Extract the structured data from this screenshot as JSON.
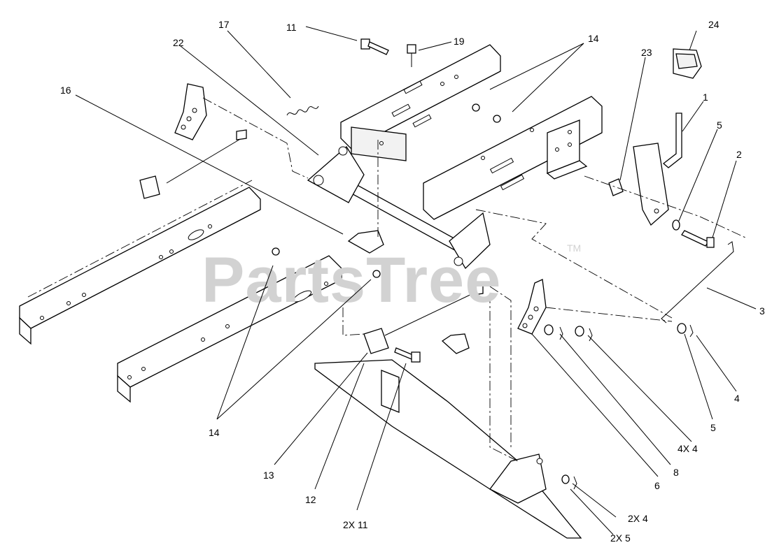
{
  "watermark": {
    "text": "PartsTree",
    "trademark": "TM"
  },
  "callouts": {
    "c17": "17",
    "c11": "11",
    "c19": "19",
    "c22": "22",
    "c14_top": "14",
    "c24": "24",
    "c23": "23",
    "c1": "1",
    "c16": "16",
    "c5_top": "5",
    "c2": "2",
    "c3": "3",
    "c4": "4",
    "c5_mid": "5",
    "c4x4": "4X 4",
    "c8": "8",
    "c6": "6",
    "c14_bottom": "14",
    "c13": "13",
    "c12": "12",
    "c2x11": "2X 11",
    "c2x4": "2X 4",
    "c2x5": "2X 5"
  }
}
